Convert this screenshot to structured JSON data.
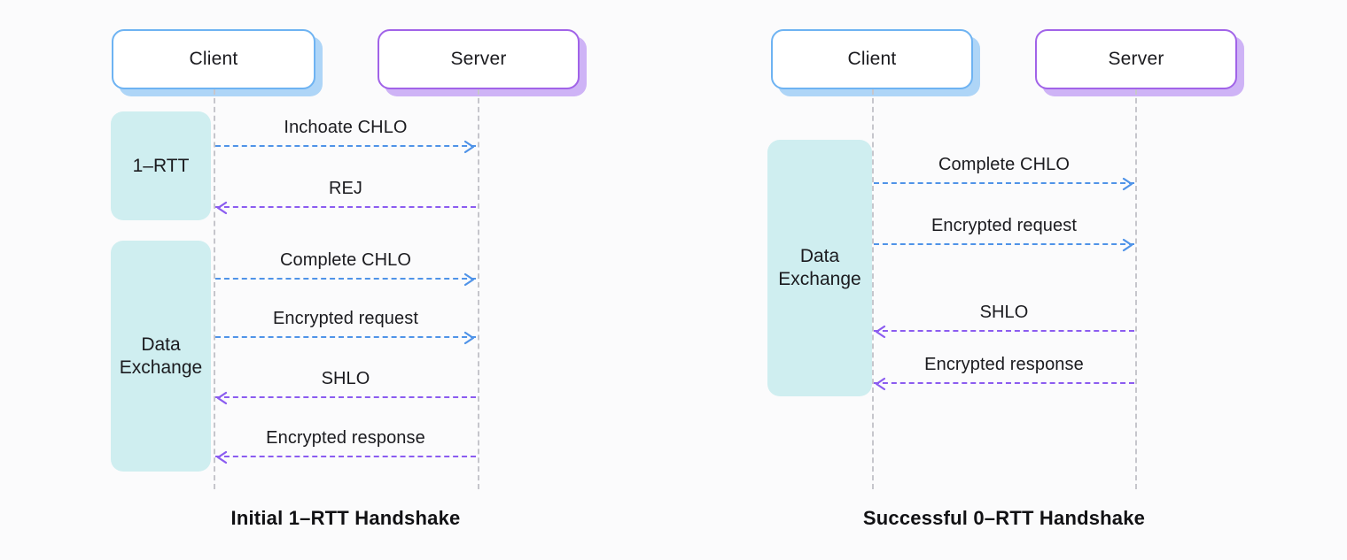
{
  "background": "#fbfbfc",
  "colors": {
    "client_border": "#6eb3f2",
    "client_shadow": "#aed5f7",
    "server_border": "#a163e8",
    "server_shadow": "#ceb3f6",
    "phase_fill": "#cfeef0",
    "lifeline": "#c6c6cc",
    "arrow_to_server": "#4f93e8",
    "arrow_to_client": "#8b5cf0",
    "text": "#1b1b1f"
  },
  "diagrams": [
    {
      "id": "initial-1-rtt",
      "caption": "Initial 1–RTT Handshake",
      "actors": [
        {
          "id": "client",
          "label": "Client",
          "role": "client"
        },
        {
          "id": "server",
          "label": "Server",
          "role": "server"
        }
      ],
      "phases": [
        {
          "id": "phase-1rtt",
          "label": "1–RTT"
        },
        {
          "id": "phase-data-exchange",
          "label": "Data\nExchange"
        }
      ],
      "messages": [
        {
          "label": "Inchoate CHLO",
          "direction": "client-to-server"
        },
        {
          "label": "REJ",
          "direction": "server-to-client"
        },
        {
          "label": "Complete CHLO",
          "direction": "client-to-server"
        },
        {
          "label": "Encrypted request",
          "direction": "client-to-server"
        },
        {
          "label": "SHLO",
          "direction": "server-to-client"
        },
        {
          "label": "Encrypted response",
          "direction": "server-to-client"
        }
      ]
    },
    {
      "id": "successful-0-rtt",
      "caption": "Successful 0–RTT Handshake",
      "actors": [
        {
          "id": "client",
          "label": "Client",
          "role": "client"
        },
        {
          "id": "server",
          "label": "Server",
          "role": "server"
        }
      ],
      "phases": [
        {
          "id": "phase-data-exchange",
          "label": "Data\nExchange"
        }
      ],
      "messages": [
        {
          "label": "Complete CHLO",
          "direction": "client-to-server"
        },
        {
          "label": "Encrypted request",
          "direction": "client-to-server"
        },
        {
          "label": "SHLO",
          "direction": "server-to-client"
        },
        {
          "label": "Encrypted response",
          "direction": "server-to-client"
        }
      ]
    }
  ]
}
